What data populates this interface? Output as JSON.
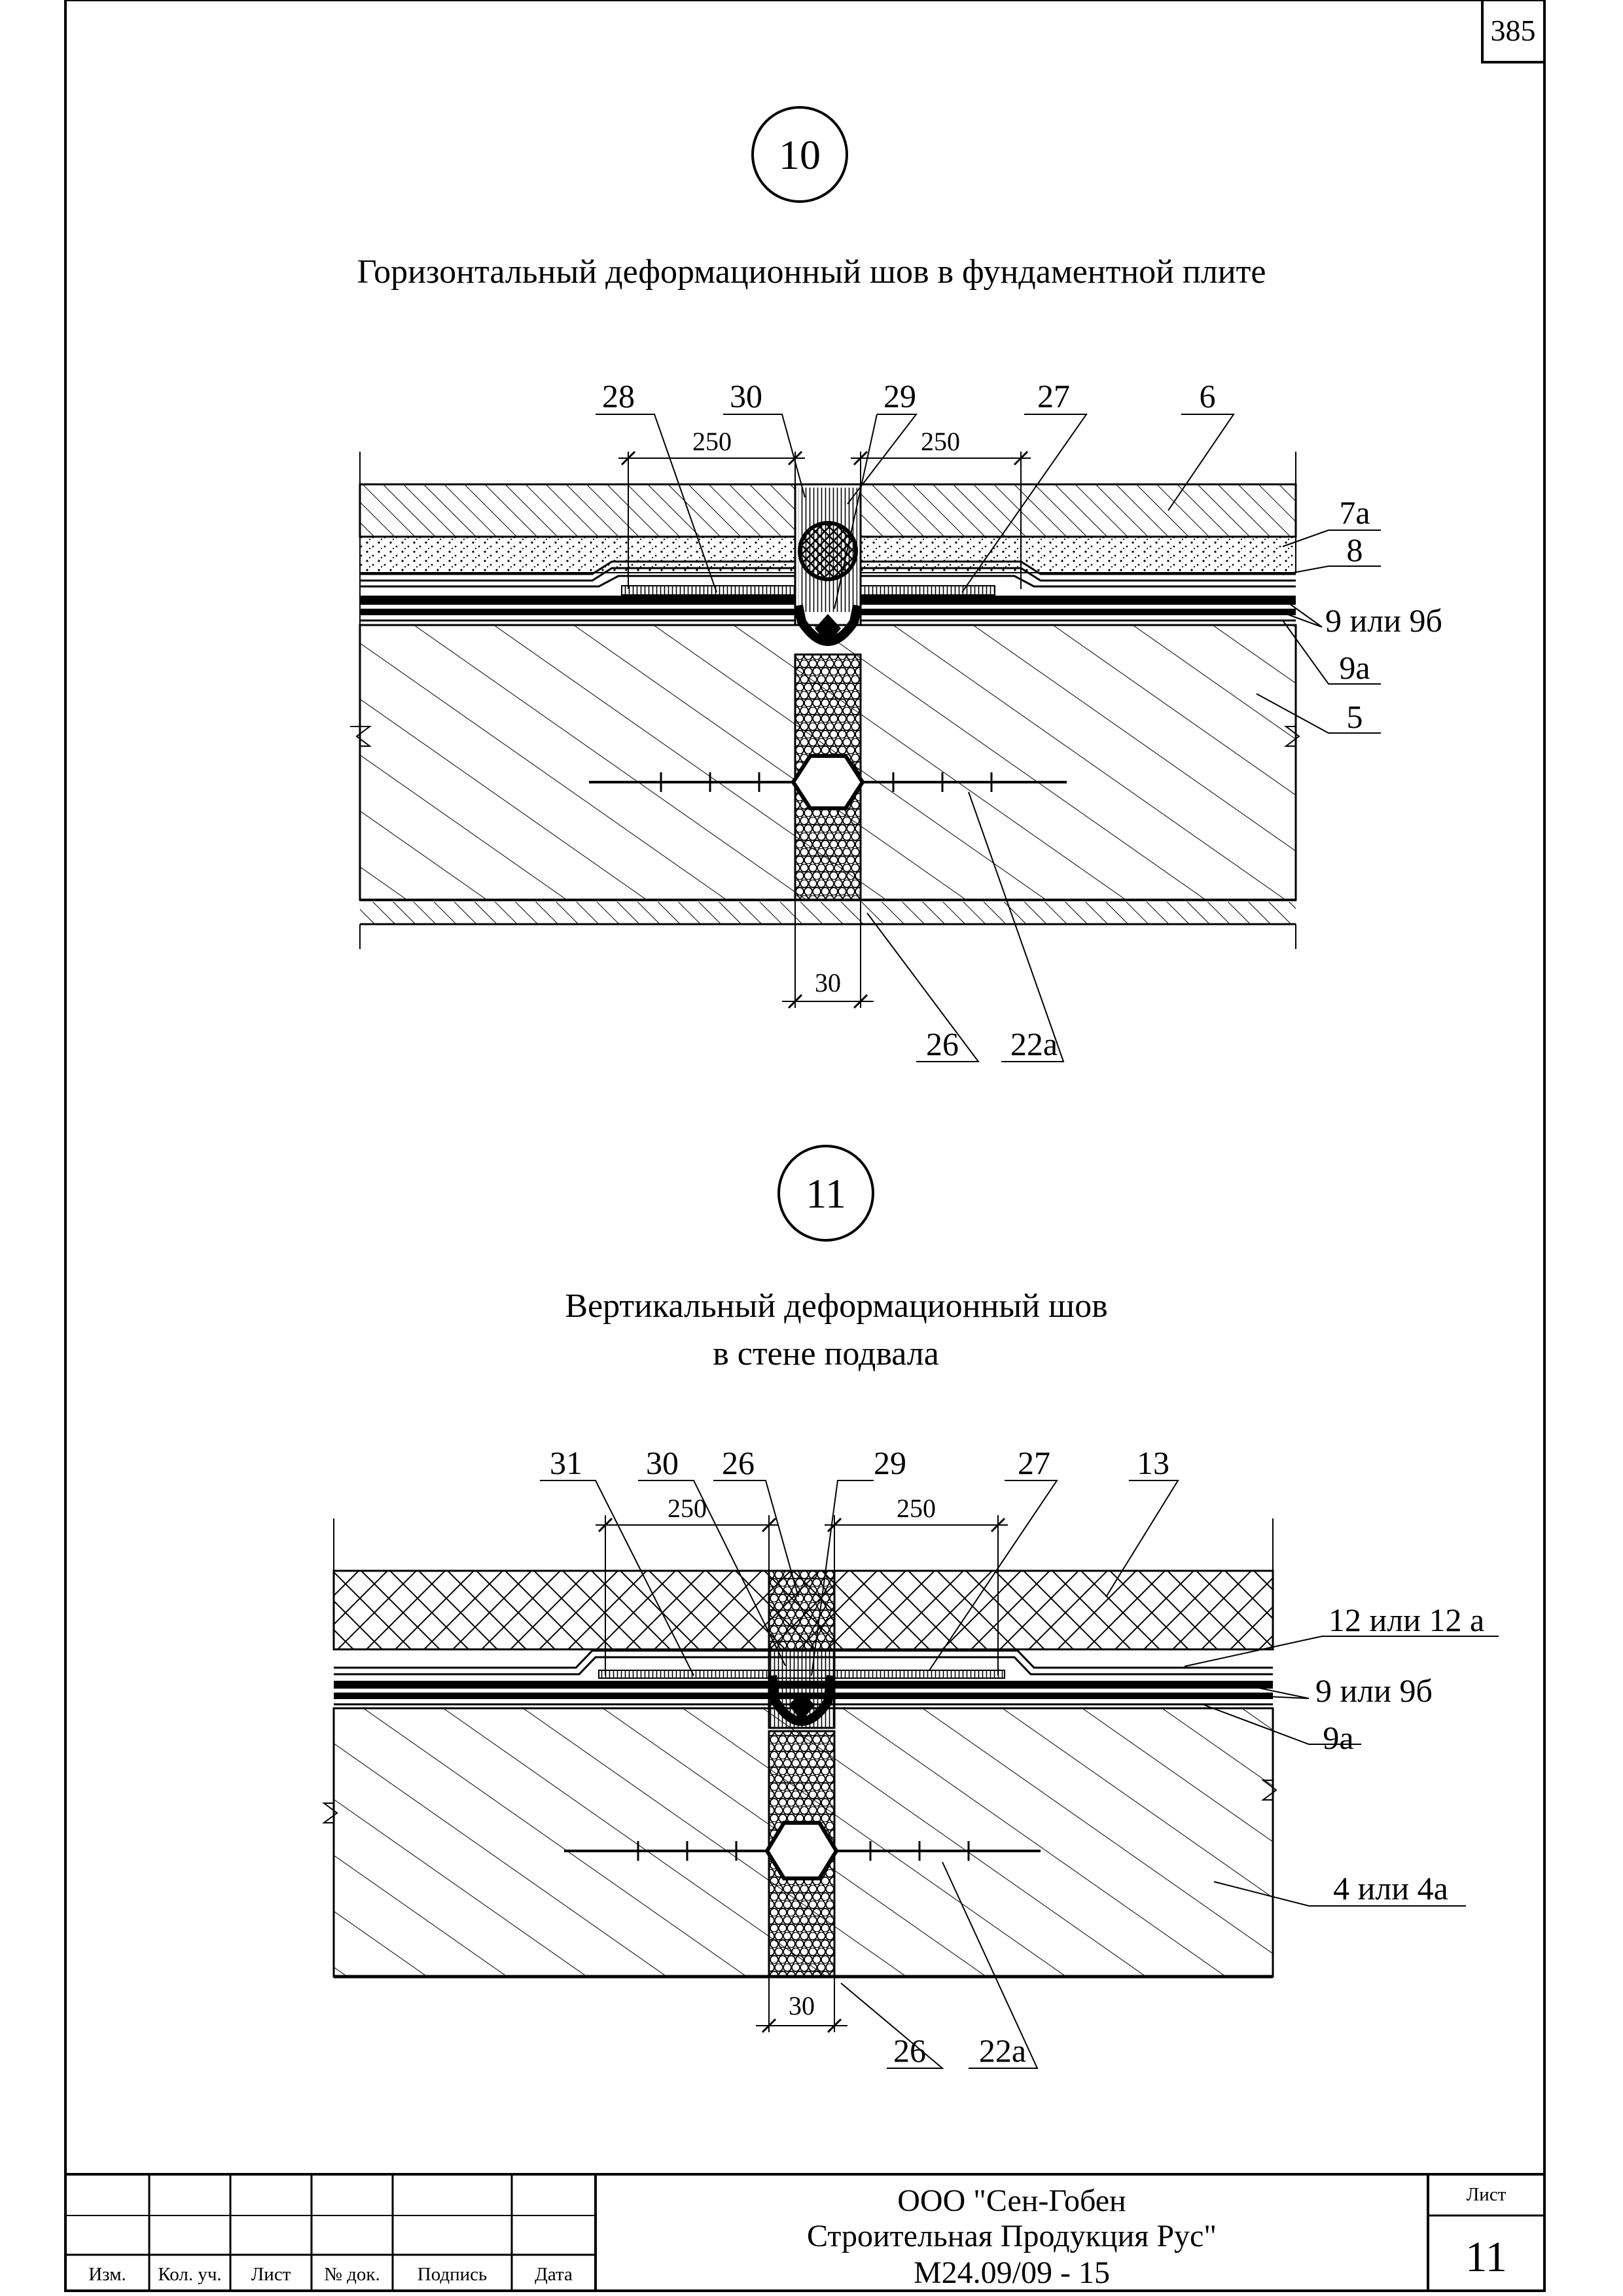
{
  "page_number": "385",
  "drawings": [
    {
      "id": "10",
      "title": "Горизонтальный деформационный шов в фундаментной плите",
      "top_labels": [
        "28",
        "30",
        "29",
        "27",
        "6"
      ],
      "side_labels": [
        "7а",
        "8",
        "9 или 9б",
        "9а",
        "5"
      ],
      "bottom_labels": [
        "26",
        "22а"
      ],
      "dims": [
        "250",
        "250",
        "30"
      ]
    },
    {
      "id": "11",
      "title_line1": "Вертикальный  деформационный шов",
      "title_line2": "в стене подвала",
      "top_labels": [
        "31",
        "30",
        "26",
        "29",
        "27",
        "13"
      ],
      "side_labels": [
        "12 или 12 а",
        "9 или 9б",
        "9а",
        "4 или 4а"
      ],
      "bottom_labels": [
        "26",
        "22а"
      ],
      "dims": [
        "250",
        "250",
        "30"
      ]
    }
  ],
  "stamp": {
    "columns": [
      "Изм.",
      "Кол. уч.",
      "Лист",
      "№ док.",
      "Подпись",
      "Дата"
    ],
    "org_line1": "ООО \"Сен-Гобен",
    "org_line2": "Строительная Продукция Рус\"",
    "doc_code": "М24.09/09 - 15",
    "sheet_label": "Лист",
    "sheet_number": "11"
  }
}
